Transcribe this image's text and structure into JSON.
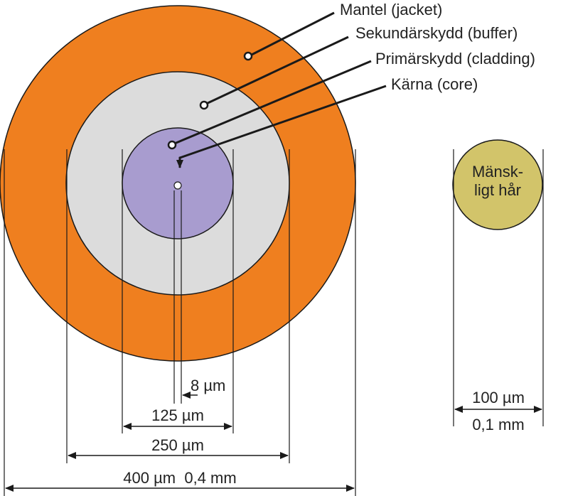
{
  "colors": {
    "jacket": "#ef7f1f",
    "buffer": "#dcdcdc",
    "cladding": "#a89ccf",
    "core": "#ffffff",
    "hair": "#d2c46a",
    "line": "#1a1a1a"
  },
  "layers": {
    "jacket": "Mantel (jacket)",
    "buffer": "Sekundärskydd (buffer)",
    "cladding": "Primärskydd (cladding)",
    "core": "Kärna (core)"
  },
  "hair": {
    "label_line1": "Mänsk-",
    "label_line2": "ligt hår"
  },
  "dimensions": {
    "core": "8 µm",
    "cladding": "125 µm",
    "buffer": "250 µm",
    "jacket": "400 µm  0,4 mm",
    "hair_um": "100 µm",
    "hair_mm": "0,1 mm"
  }
}
